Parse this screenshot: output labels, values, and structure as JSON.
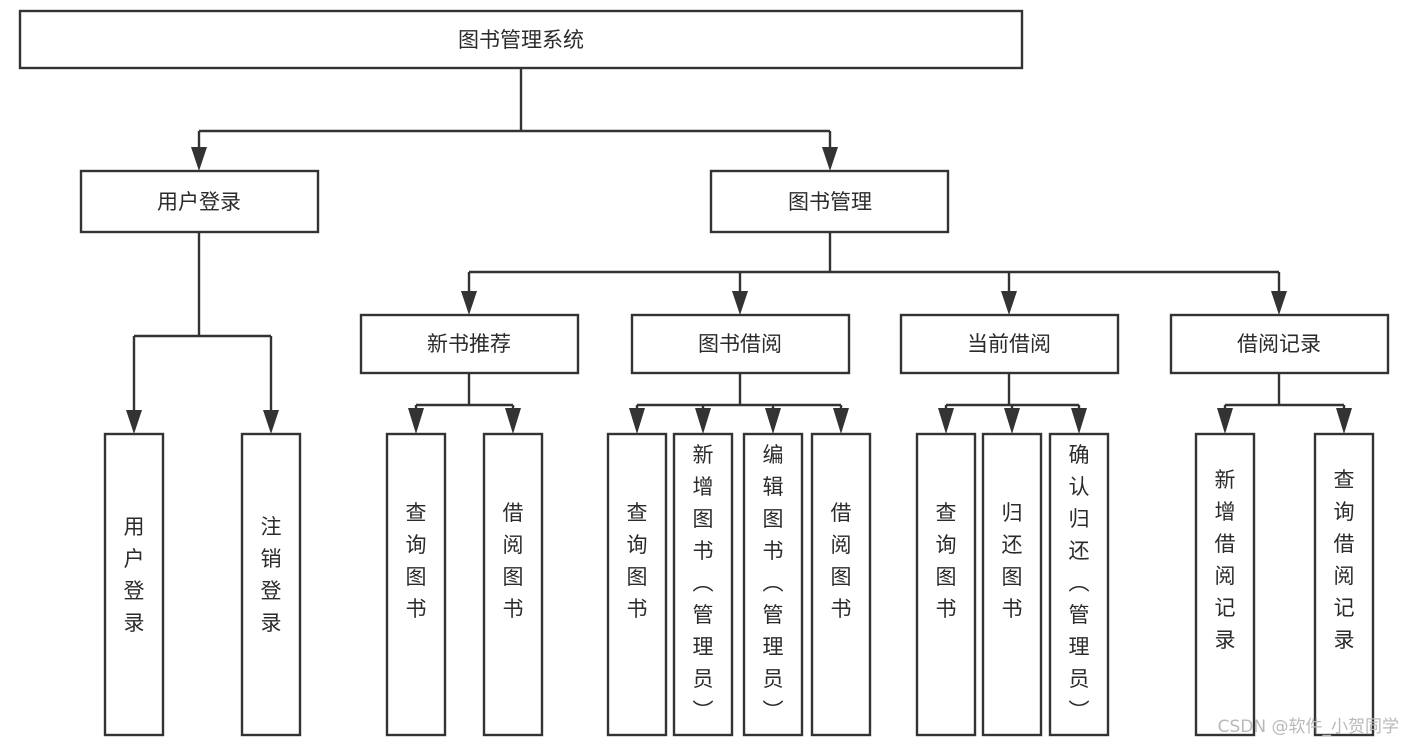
{
  "diagram": {
    "title": "图书管理系统",
    "type": "tree-hierarchy",
    "root": {
      "label": "图书管理系统"
    },
    "level2": [
      {
        "label": "用户登录"
      },
      {
        "label": "图书管理"
      }
    ],
    "level3": [
      {
        "label": "新书推荐"
      },
      {
        "label": "图书借阅"
      },
      {
        "label": "当前借阅"
      },
      {
        "label": "借阅记录"
      }
    ],
    "leaves": {
      "user_login": [
        {
          "label": "用户登录"
        },
        {
          "label": "注销登录"
        }
      ],
      "new_book_recommend": [
        {
          "label": "查询图书"
        },
        {
          "label": "借阅图书"
        }
      ],
      "book_borrow": [
        {
          "label": "查询图书"
        },
        {
          "label": "新增图书（管理员）"
        },
        {
          "label": "编辑图书（管理员）"
        },
        {
          "label": "借阅图书"
        }
      ],
      "current_borrow": [
        {
          "label": "查询图书"
        },
        {
          "label": "归还图书"
        },
        {
          "label": "确认归还（管理员）"
        }
      ],
      "borrow_record": [
        {
          "label": "新增借阅记录"
        },
        {
          "label": "查询借阅记录"
        }
      ]
    }
  },
  "watermark": {
    "text": "CSDN @软件_小贺同学"
  },
  "colors": {
    "background": "#ffffff",
    "box_border": "#333333",
    "box_fill": "#ffffff",
    "text": "#2b2b2b",
    "watermark": "#b9b9b9"
  }
}
